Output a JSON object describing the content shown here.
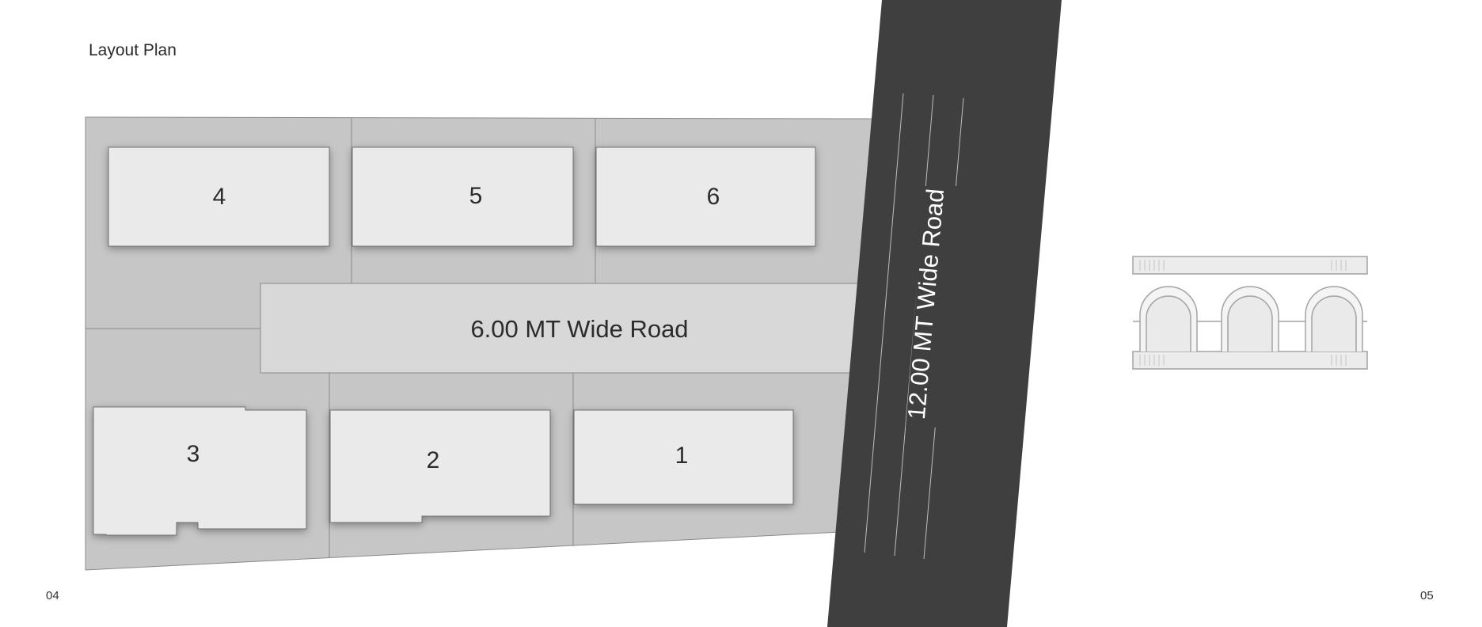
{
  "page": {
    "title": "Layout Plan",
    "page_left": "04",
    "page_right": "05"
  },
  "plots": [
    {
      "id": "plot-4",
      "label": "4"
    },
    {
      "id": "plot-5",
      "label": "5"
    },
    {
      "id": "plot-6",
      "label": "6"
    },
    {
      "id": "plot-3",
      "label": "3"
    },
    {
      "id": "plot-2",
      "label": "2"
    },
    {
      "id": "plot-1",
      "label": "1"
    }
  ],
  "roads": {
    "internal": "6.00 MT Wide Road",
    "main": "12.00 MT Wide Road"
  },
  "colors": {
    "site": "#c5c6c5",
    "building": "#e9eae9",
    "internal_road": "#d7d8d7",
    "main_road": "#3f3f3f",
    "outline": "#6f6f6f"
  },
  "icons": {
    "arches": "arch-emblem-icon"
  }
}
